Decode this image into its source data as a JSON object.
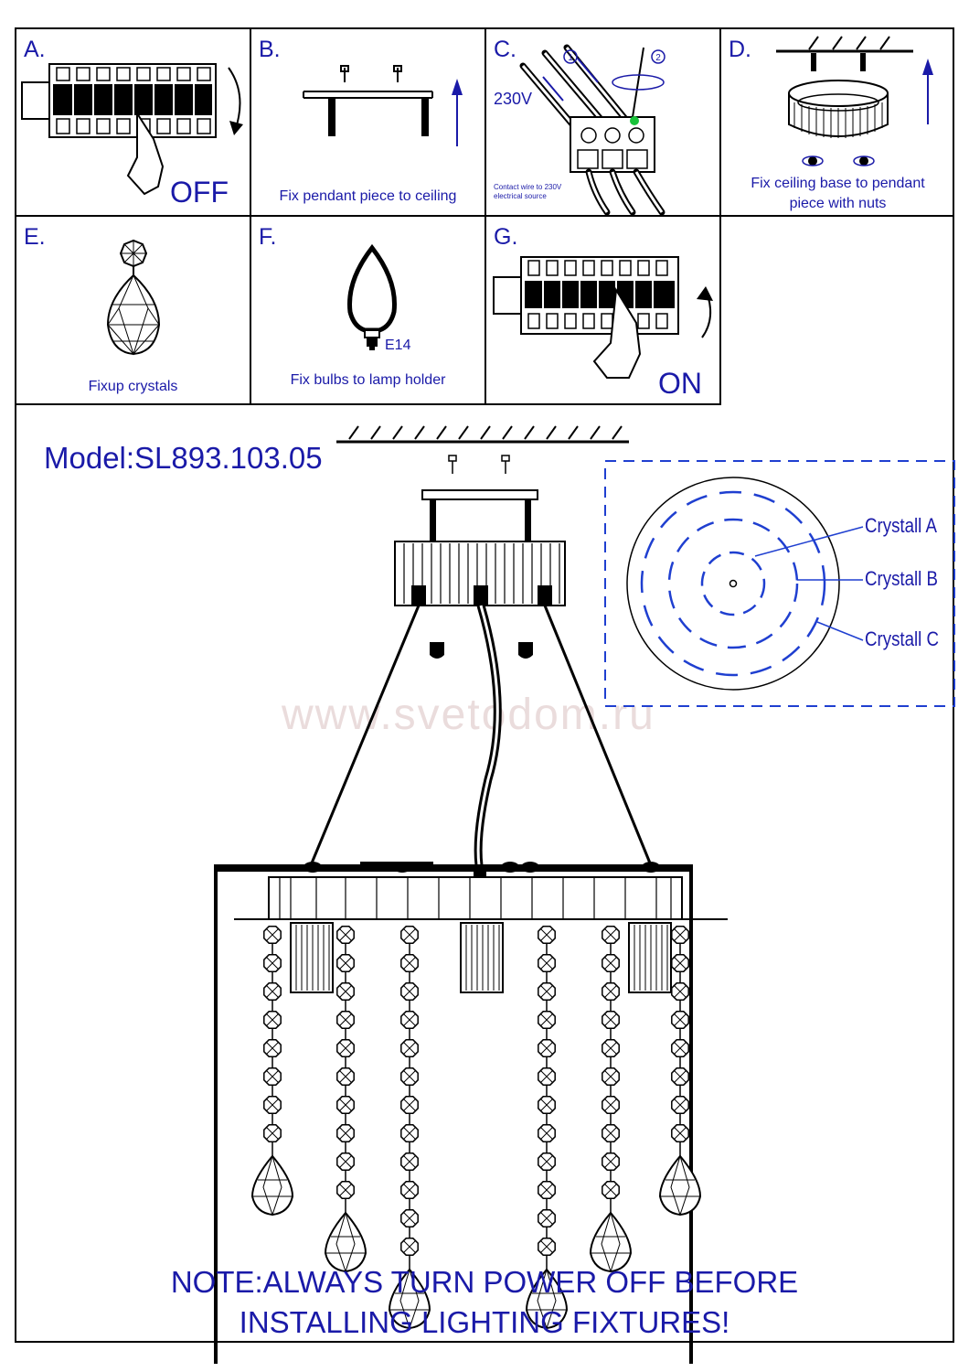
{
  "steps": [
    {
      "letter": "A.",
      "caption": "",
      "word": "OFF"
    },
    {
      "letter": "B.",
      "caption": "Fix pendant piece to ceiling"
    },
    {
      "letter": "C.",
      "voltage": "230V",
      "small_note_1": "Contact wire to 230V",
      "small_note_2": "electrical source",
      "marker_1": "1",
      "marker_2": "2"
    },
    {
      "letter": "D.",
      "caption_1": "Fix ceiling base to pendant",
      "caption_2": "piece with nuts"
    },
    {
      "letter": "E.",
      "caption": "Fixup crystals"
    },
    {
      "letter": "F.",
      "caption": "Fix bulbs to lamp holder",
      "bulb_label": "E14"
    },
    {
      "letter": "G.",
      "word": "ON"
    }
  ],
  "model": "Model:SL893.103.05",
  "watermark": "www.svetodom.ru",
  "crystal_labels": [
    "Crystall A",
    "Crystall B",
    "Crystall C"
  ],
  "note_1": "NOTE:ALWAYS TURN POWER OFF BEFORE",
  "note_2": "INSTALLING LIGHTING FIXTURES!",
  "colors": {
    "ink": "#000000",
    "text": "#1a1aa8",
    "crystal_ring": "#1f3fd0",
    "green_dot": "#19c23a"
  }
}
